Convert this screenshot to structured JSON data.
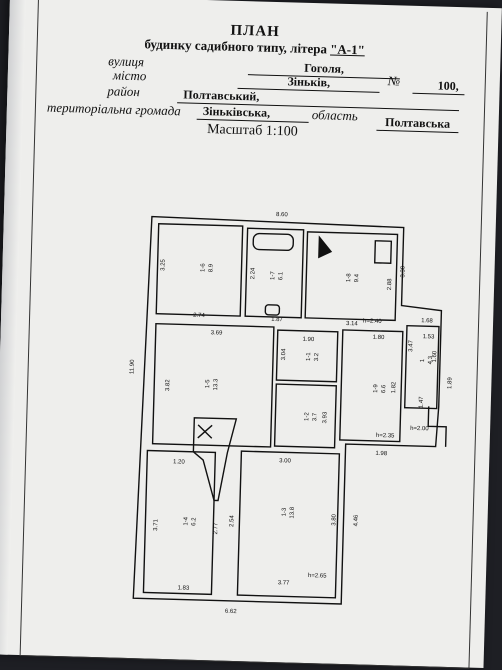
{
  "title": "ПЛАН",
  "subtitle_prefix": "будинку садибного типу, літера ",
  "litera": "\"А-1\"",
  "street_label": "вулиця",
  "street_value": "Гоголя,",
  "city_label": "місто",
  "city_value": "Зіньків,",
  "no_label": "№",
  "no_value": "100,",
  "district_label": "район",
  "district_value": "Полтавський,",
  "community_label": "територіальна громада",
  "community_value": "Зіньківська,",
  "region_label": "область",
  "region_value": "Полтавська",
  "scale": "Масштаб 1:100",
  "dimensions": {
    "top_total": "8.60",
    "bottom_total": "6.62",
    "left_total": "11.90",
    "d274": "2.74",
    "d369": "3.69",
    "d325": "3.25",
    "d224": "2.24",
    "d187": "1.87",
    "d314": "3.14",
    "d288": "2.88",
    "d330": "3.30",
    "d168": "1.68",
    "d190": "1.90",
    "d304": "3.04",
    "d393": "3.93",
    "d180": "1.80",
    "d182": "1.82",
    "d347": "3.47",
    "d153": "1.53",
    "d160": "1.60",
    "d147": "1.47",
    "d189": "1.89",
    "d198": "1.98",
    "d382": "3.82",
    "d120": "1.20",
    "d300": "3.00",
    "d371": "3.71",
    "d277": "2.77",
    "d254": "2.54",
    "d380": "3.80",
    "d446": "4.46",
    "d183": "1.83",
    "d377": "3.77",
    "h240": "h=2.40",
    "h235": "h=2.35",
    "h200": "h=2.00",
    "h265": "h=2.65"
  },
  "rooms": [
    {
      "id": "1-6",
      "area": "8.9"
    },
    {
      "id": "1-7",
      "area": "6.1"
    },
    {
      "id": "1-8",
      "area": "9.4"
    },
    {
      "id": "1-5",
      "area": "13.3"
    },
    {
      "id": "1-1",
      "area": "3.2"
    },
    {
      "id": "1-2",
      "area": "3.7"
    },
    {
      "id": "1-9",
      "area": "6.6"
    },
    {
      "id": "1",
      "area": "4.3"
    },
    {
      "id": "1-4",
      "area": "6.2"
    },
    {
      "id": "1-3",
      "area": "13.8"
    }
  ]
}
